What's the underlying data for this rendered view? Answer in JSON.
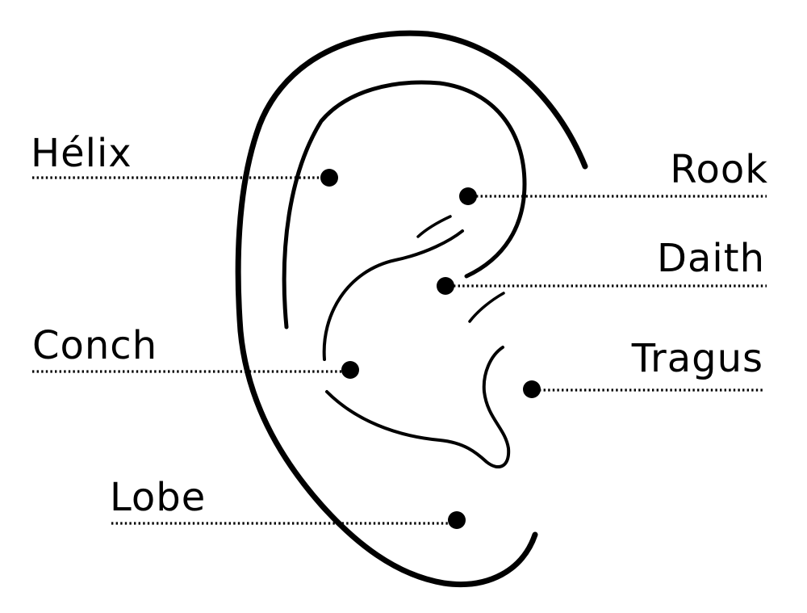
{
  "labels": {
    "helix": "Hélix",
    "conch": "Conch",
    "lobe": "Lobe",
    "rook": "Rook",
    "daith": "Daith",
    "tragus": "Tragus"
  },
  "colors": {
    "background": "#ffffff",
    "ink": "#000000"
  }
}
